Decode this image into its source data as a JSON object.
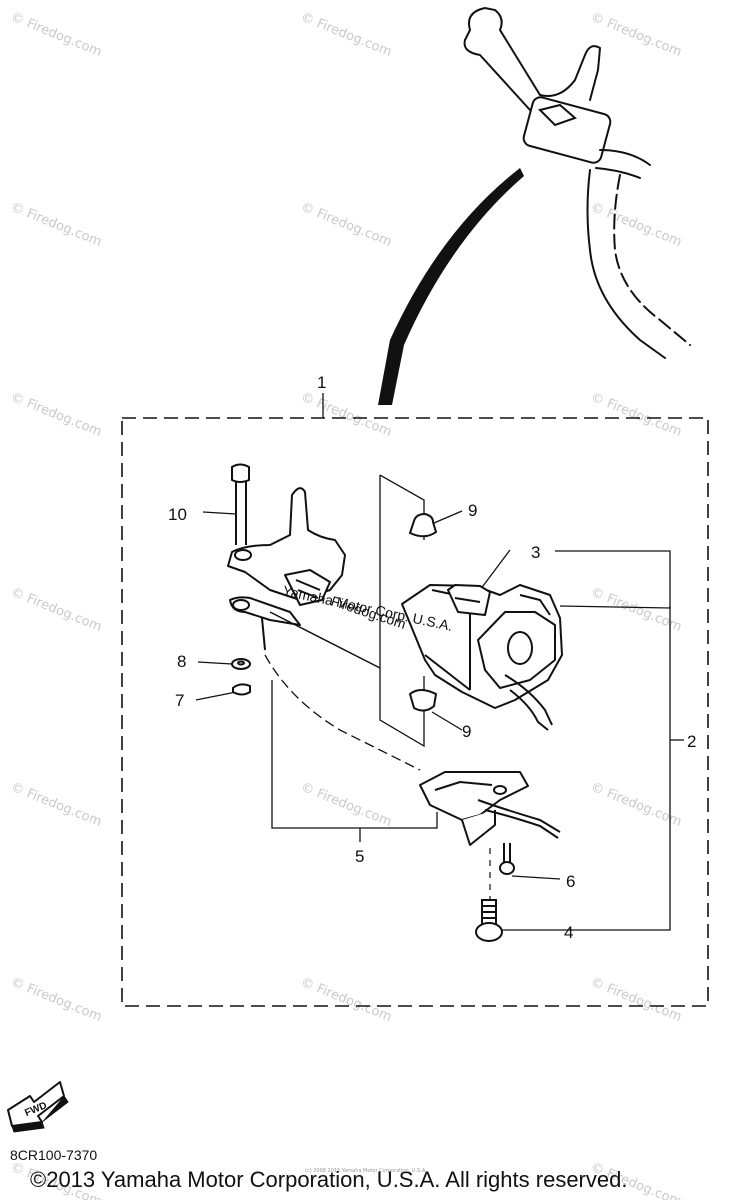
{
  "diagram": {
    "callouts": [
      "1",
      "2",
      "3",
      "4",
      "5",
      "6",
      "7",
      "8",
      "9",
      "9",
      "10"
    ],
    "fwd_label": "FWD",
    "inline_text": [
      "Yamaha Motor Corp. U.S.A.",
      "Firedog.com"
    ]
  },
  "watermark": {
    "text": "© Firedog.com"
  },
  "footer": {
    "part_code": "8CR100-7370",
    "copyright": "©2013 Yamaha Motor Corporation, U.S.A. All rights reserved.",
    "small_print": "(c) 2008 2015 Yamaha Motor Corporation, U.S.A."
  }
}
